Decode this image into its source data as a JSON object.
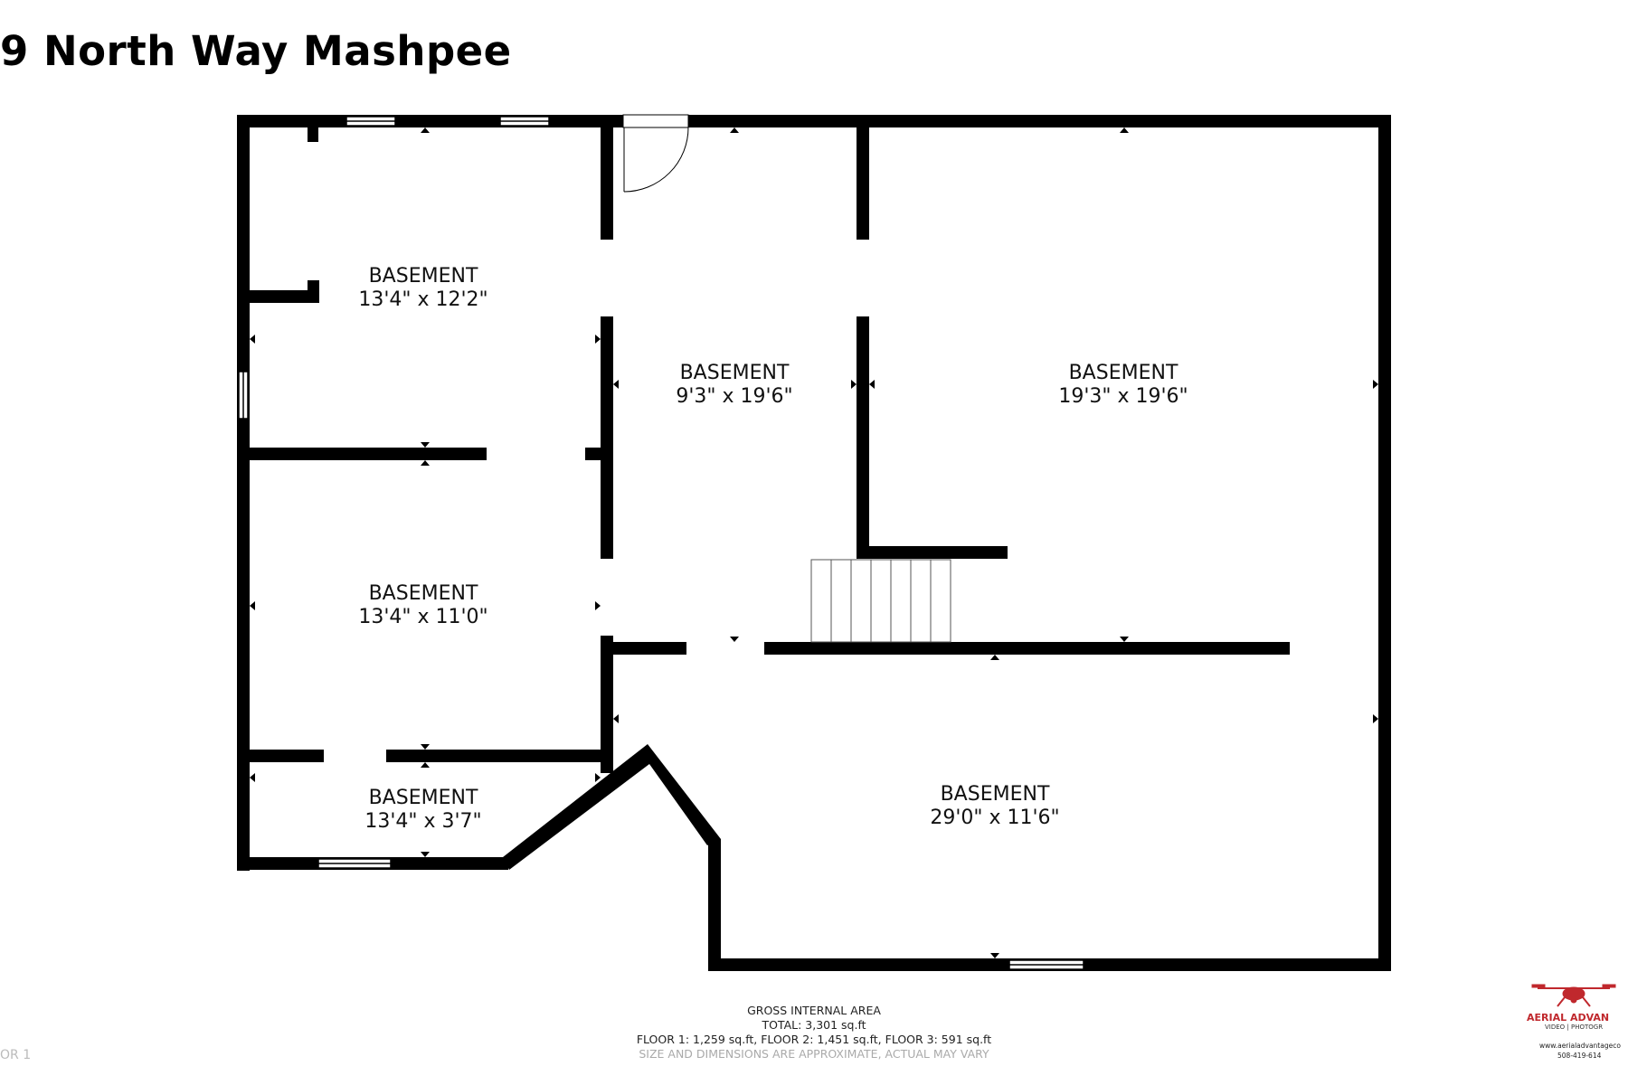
{
  "title": "9 North Way Mashpee",
  "rooms": [
    {
      "name": "BASEMENT",
      "dims": "13'4\" x 12'2\""
    },
    {
      "name": "BASEMENT",
      "dims": "9'3\" x 19'6\""
    },
    {
      "name": "BASEMENT",
      "dims": "19'3\" x 19'6\""
    },
    {
      "name": "BASEMENT",
      "dims": "13'4\" x 11'0\""
    },
    {
      "name": "BASEMENT",
      "dims": "13'4\" x 3'7\""
    },
    {
      "name": "BASEMENT",
      "dims": "29'0\" x 11'6\""
    }
  ],
  "footer": {
    "heading": "GROSS INTERNAL AREA",
    "total": "TOTAL: 3,301 sq.ft",
    "floors": "FLOOR 1: 1,259 sq.ft, FLOOR 2: 1,451 sq.ft, FLOOR 3: 591 sq.ft",
    "note": "SIZE AND DIMENSIONS ARE APPROXIMATE, ACTUAL MAY VARY"
  },
  "floor_label": "OR 1",
  "logo": {
    "name": "AERIAL ADVAN",
    "tagline": "VIDEO | PHOTOGR",
    "url": "www.aerialadvantageco",
    "phone": "508-419-614",
    "icon": "drone-icon",
    "color": "#c0282d"
  },
  "colors": {
    "wall": "#000000",
    "window": "#ffffff",
    "background": "#ffffff"
  }
}
